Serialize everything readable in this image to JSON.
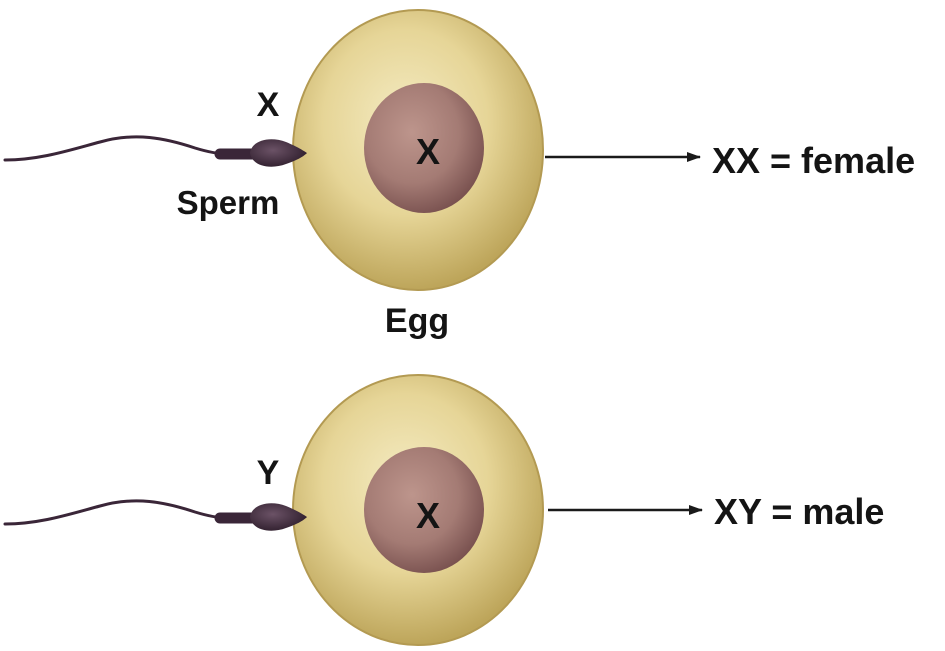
{
  "rows": [
    {
      "sperm_chromosome": "X",
      "sperm_label": "Sperm",
      "egg_chromosome": "X",
      "egg_label": "Egg",
      "result": "XX = female"
    },
    {
      "sperm_chromosome": "Y",
      "egg_chromosome": "X",
      "result": "XY = male"
    }
  ],
  "colors": {
    "egg_outer": "#e6d597",
    "egg_rim": "#bda55a",
    "nucleus": "#a77e77",
    "nucleus_edge": "#7a5250",
    "sperm": "#3a2638",
    "arrow": "#1a1a1a",
    "text": "#141414"
  }
}
